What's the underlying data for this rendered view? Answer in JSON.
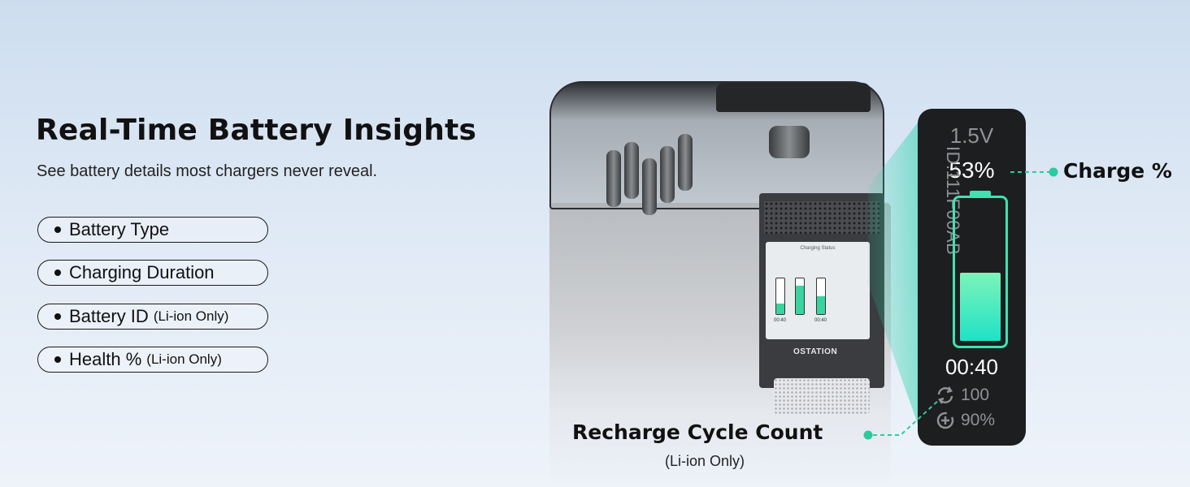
{
  "heading": {
    "title": "Real-Time Battery Insights",
    "subtitle": "See battery details most chargers never reveal."
  },
  "features": [
    {
      "label": "Battery Type",
      "note": ""
    },
    {
      "label": "Charging Duration",
      "note": ""
    },
    {
      "label": "Battery ID",
      "note": "(Li-ion Only)"
    },
    {
      "label": "Health %",
      "note": "(Li-ion Only)"
    }
  ],
  "device": {
    "brand": "OSTATION",
    "mini_screen_title": "Charging Status"
  },
  "screen": {
    "voltage": "1.5V",
    "charge_percent": "53%",
    "charge_level": 0.53,
    "battery_id": "ID:111F00AB",
    "time": "00:40",
    "cycle_count": "100",
    "health": "90%"
  },
  "callouts": {
    "charge": "Charge %",
    "cycle": "Recharge Cycle Count",
    "cycle_note": "(Li-ion Only)"
  },
  "colors": {
    "accent": "#3ee2b0",
    "screen_bg": "#1d1e20"
  }
}
